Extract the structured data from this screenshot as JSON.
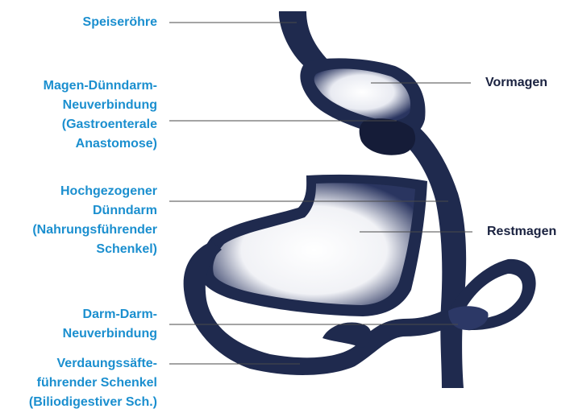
{
  "colors": {
    "left_label": "#1b8fcf",
    "right_label": "#1a2240",
    "organ_dark": "#1f2a4e",
    "organ_light": "#ffffff",
    "leader_line": "#4a4a4a"
  },
  "labels": {
    "speiseroehre": [
      "Speiseröhre"
    ],
    "gastroenterale": [
      "Magen-Dünndarm-",
      "Neuverbindung",
      "(Gastroenterale",
      "Anastomose)"
    ],
    "hochgezogener": [
      "Hochgezogener",
      "Dünndarm",
      "(Nahrungsführender",
      "Schenkel)"
    ],
    "darm_darm": [
      "Darm-Darm-",
      "Neuverbindung"
    ],
    "biliodigestiv": [
      "Verdaungssäfte-",
      "führender Schenkel",
      "(Biliodigestiver Sch.)"
    ],
    "vormagen": "Vormagen",
    "restmagen": "Restmagen"
  }
}
